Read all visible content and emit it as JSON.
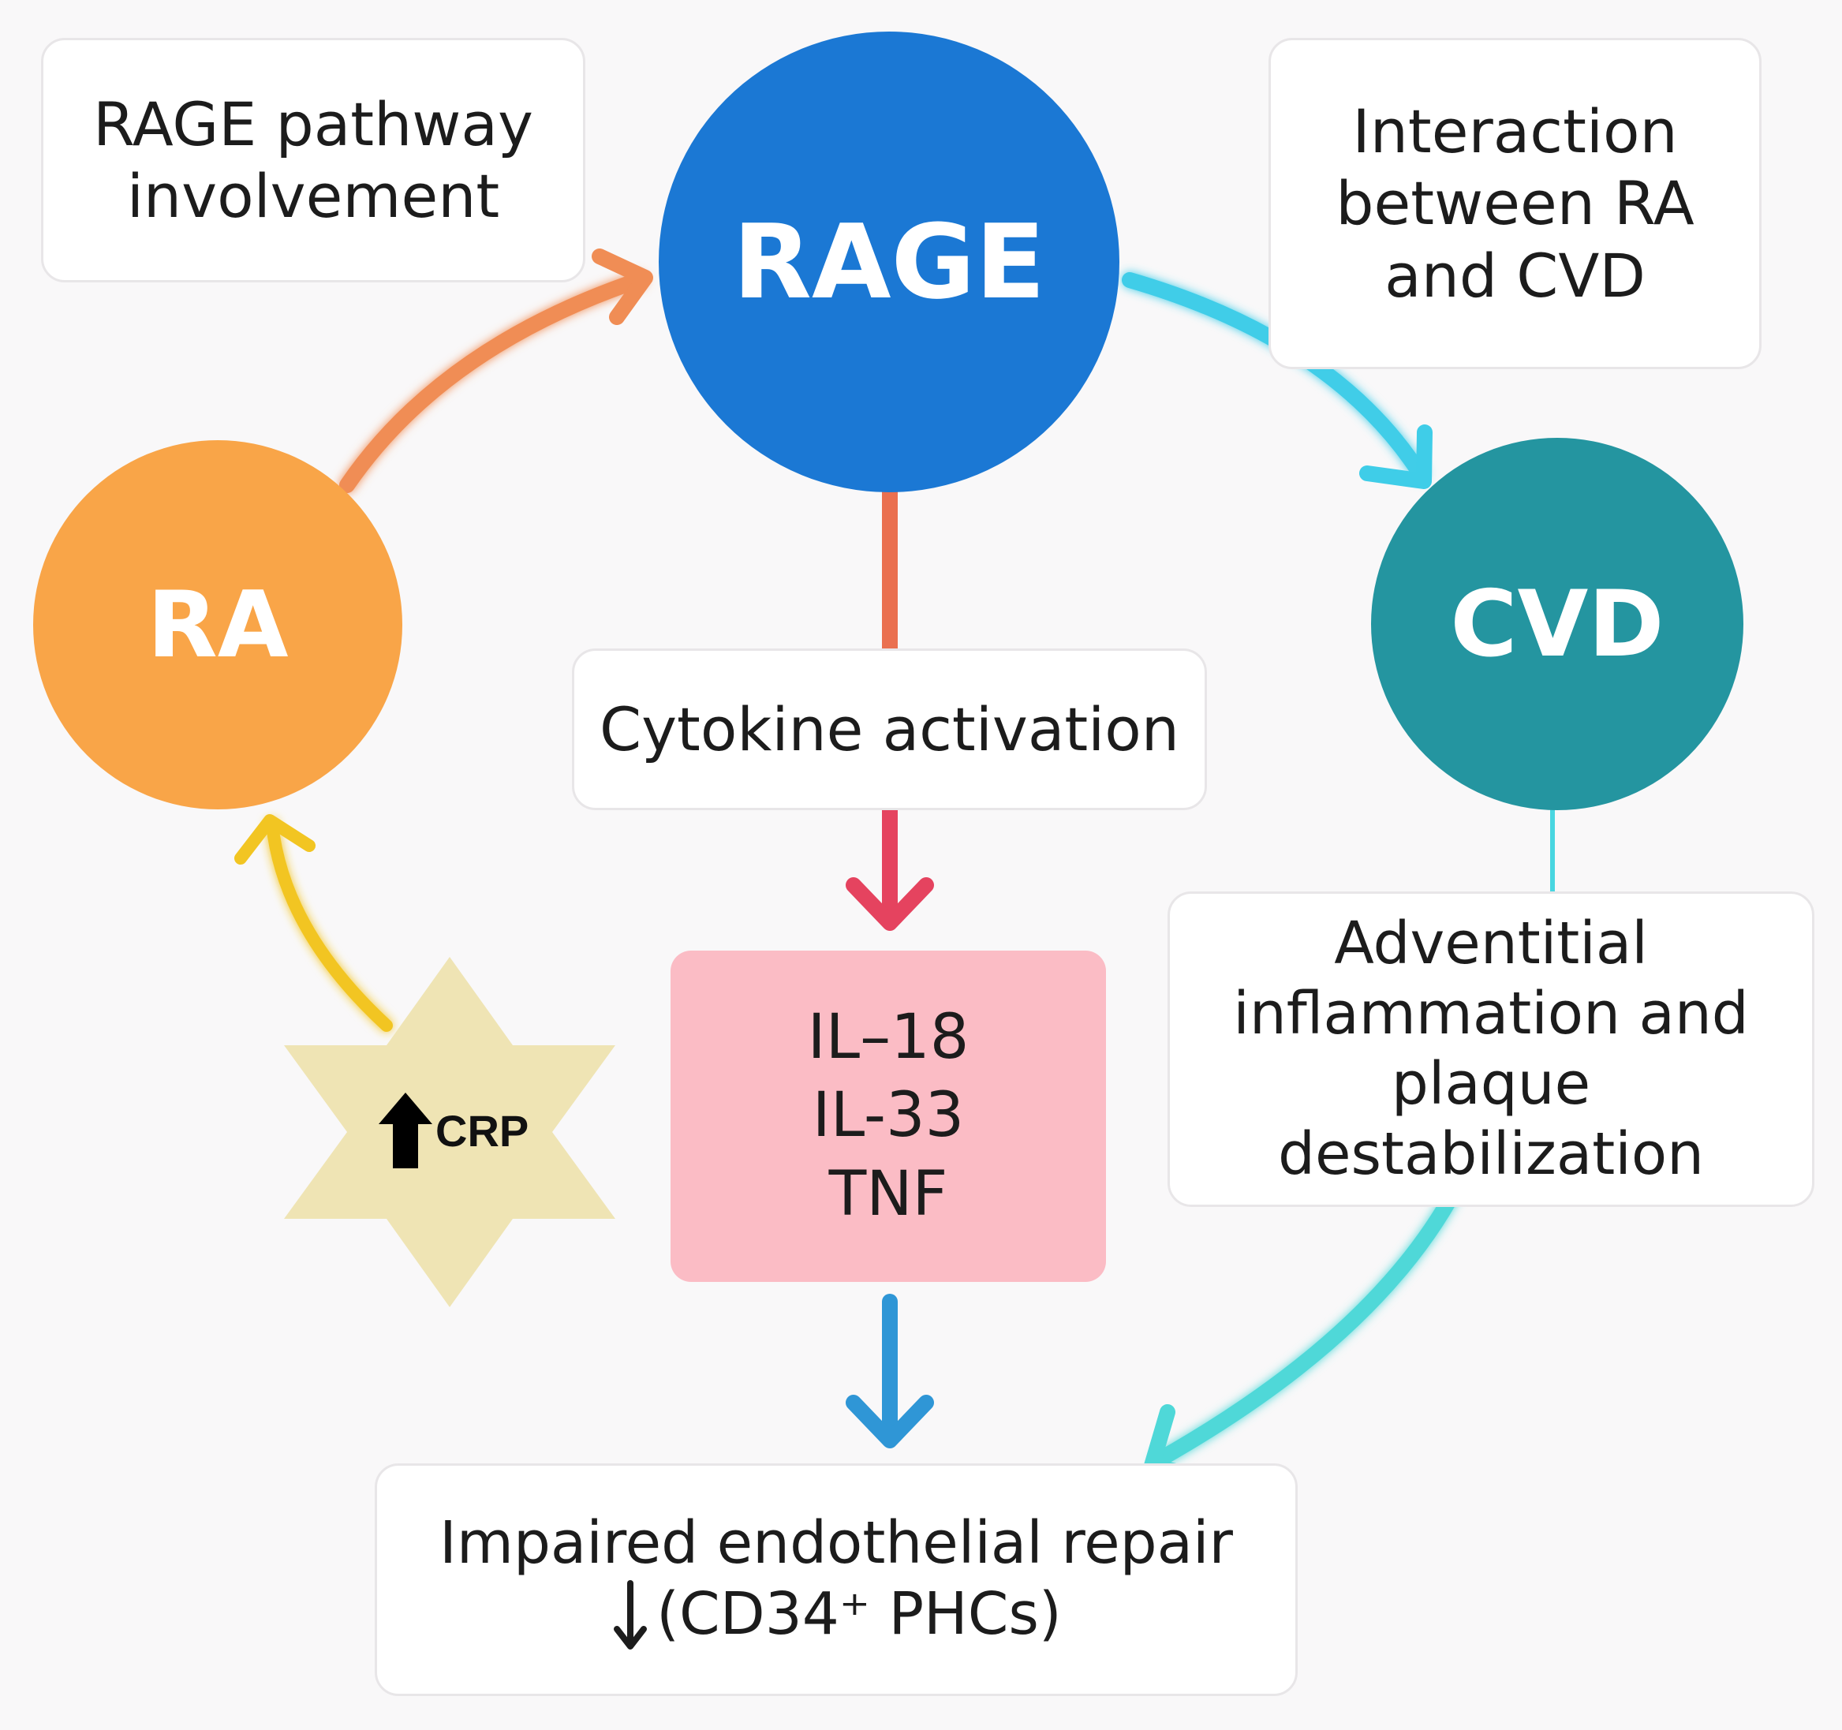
{
  "nodes": {
    "rage": {
      "label": "RAGE",
      "color": "#1b78d4"
    },
    "ra": {
      "label": "RA",
      "color": "#f9a548"
    },
    "cvd": {
      "label": "CVD",
      "color": "#2495a0"
    }
  },
  "boxes": {
    "rage_pathway": {
      "lines": [
        "RAGE pathway",
        "involvement"
      ]
    },
    "interaction": {
      "lines": [
        "Interaction",
        "between RA",
        "and CVD"
      ]
    },
    "cytokine_activation": {
      "label": "Cytokine activation"
    },
    "cytokines": {
      "items": [
        "IL–18",
        "IL-33",
        "TNF"
      ],
      "color": "#fbbcc5"
    },
    "adventitial": {
      "lines": [
        "Adventitial",
        "inflammation and",
        "plaque destabilization"
      ]
    },
    "impaired": {
      "line1": "Impaired endothelial repair",
      "line2": "(CD34⁺ PHCs)"
    }
  },
  "marker": {
    "label": "CRP",
    "color": "#efe4b4"
  },
  "arrow_colors": {
    "ra_to_rage": "#f08d55",
    "rage_to_cvd": "#3fcde8",
    "rage_to_cytokine": "#ea7050",
    "cytokine_to_il": "#e5435f",
    "il_to_impaired": "#2f96d6",
    "cvd_to_adventitial": "#48d6e0",
    "adventitial_to_impaired": "#4fd8d8",
    "crp_to_ra": "#f2c522"
  }
}
